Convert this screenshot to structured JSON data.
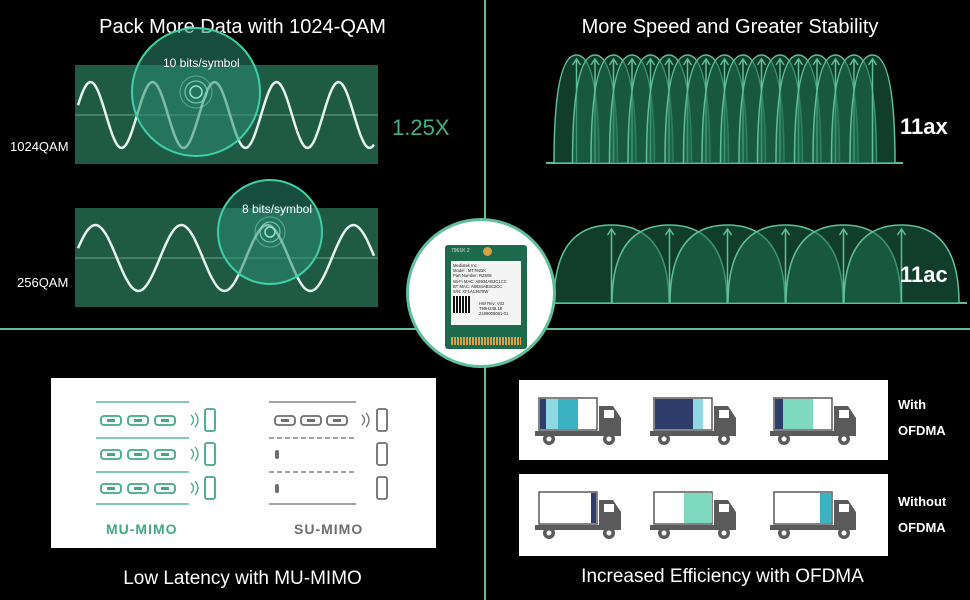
{
  "colors": {
    "accent": "#5fbf9a",
    "wave_bg": "#1f5a45",
    "dark_truck": "#2f3d6b",
    "teal": "#3bb3c3",
    "mint": "#7fd9bf"
  },
  "qam": {
    "title": "Pack More Data with 1024-QAM",
    "row1_label": "1024QAM",
    "row1_bits": "10 bits/symbol",
    "row2_label": "256QAM",
    "row2_bits": "8 bits/symbol",
    "multiplier": "1.25X"
  },
  "speed": {
    "title": "More Speed and Greater Stability",
    "tag_top": "11ax",
    "tag_bottom": "11ac"
  },
  "mimo": {
    "title": "Low Latency with MU-MIMO",
    "mu_label": "MU-MIMO",
    "su_label": "SU-MIMO"
  },
  "ofdma": {
    "title": "Increased Efficiency with OFDMA",
    "with_line1": "With",
    "with_line2": "OFDMA",
    "without_line1": "Without",
    "without_line2": "OFDMA"
  },
  "card": {
    "brand": "Mediatek Inc.",
    "model": "Model : MT7921K",
    "part": "Part Number: RZ608",
    "wifi_mac": "Wi-Fi MAC: A8934AB3C1CC",
    "bt_mac": "BT MAC: A8934AB3C2CC",
    "sn": "S/N: XF1A13678W",
    "hw": "HW Rev: V02",
    "code1": "T99H248.18",
    "code2": "2189005081-01",
    "top_text": "7961K 2"
  }
}
